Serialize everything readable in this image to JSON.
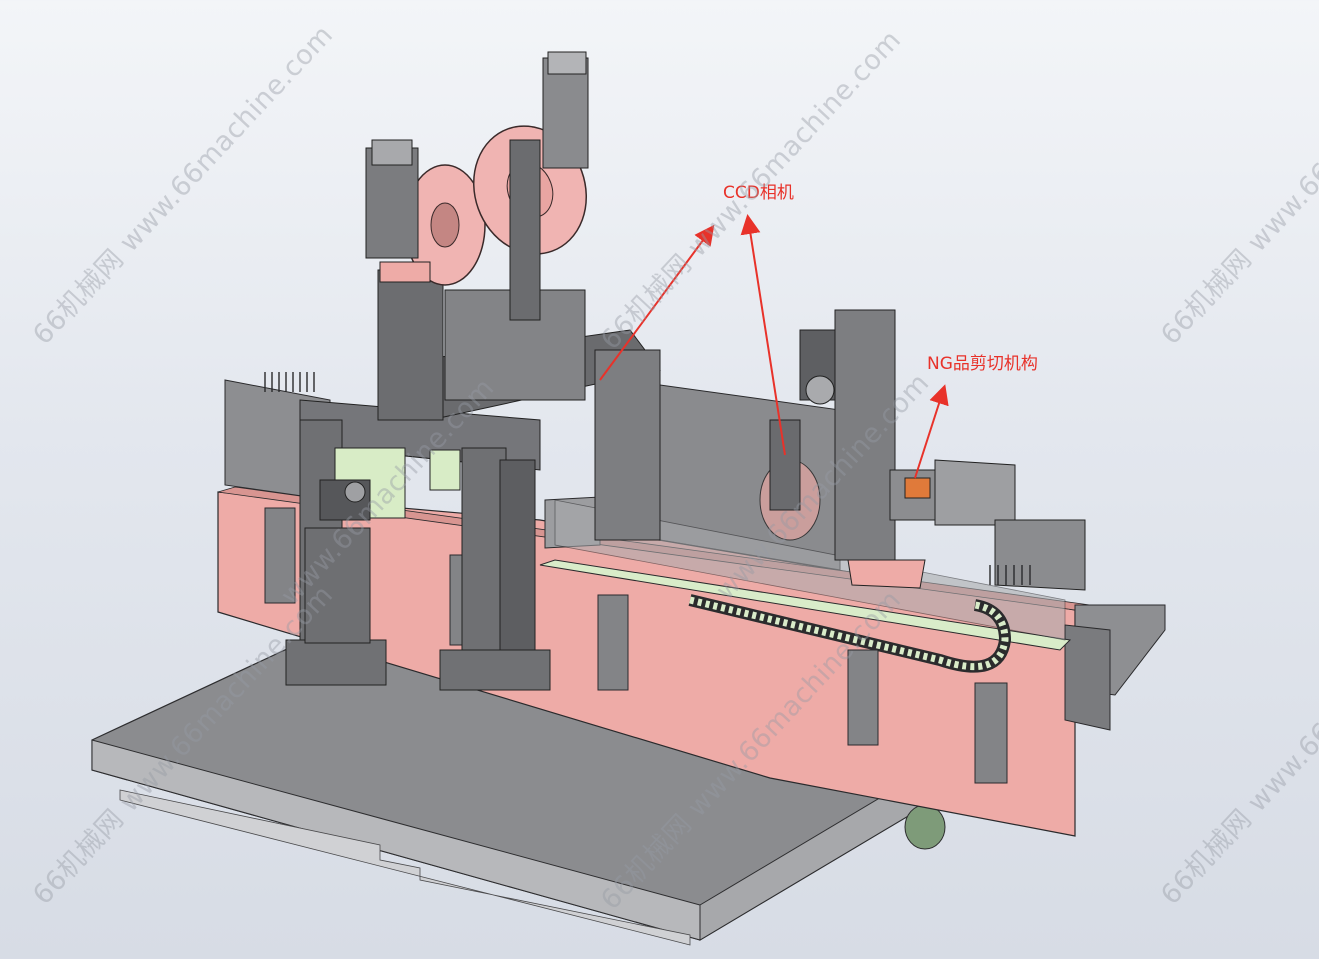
{
  "callouts": {
    "ccd_camera": "CCD相机",
    "ng_cutting": "NG品剪切机构"
  },
  "watermark": {
    "text": "66机械网 www.66machine.com",
    "text_short": "66机械网 www.66",
    "domain_only": "www.66machine.com"
  },
  "colors": {
    "callout": "#e8322a",
    "pink_panel": "#eea9a6",
    "steel_dark": "#6c6d70",
    "steel_light": "#9b9c9f",
    "base_plate": "#87888b",
    "light_green": "#d9ecc9"
  }
}
